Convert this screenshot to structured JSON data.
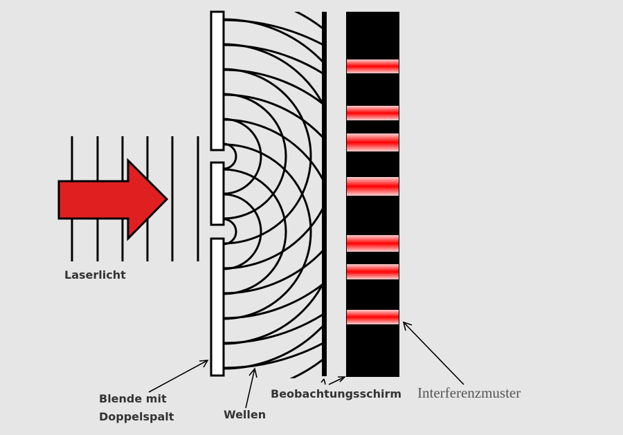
{
  "labels": {
    "laser": "Laserlicht",
    "aperture_line1": "Blende mit",
    "aperture_line2": "Doppelspalt",
    "waves": "Wellen",
    "screen": "Beobachtungsschirm",
    "pattern": "Interferenzmuster"
  },
  "colors": {
    "background": "#e6e6e6",
    "laser_arrow": "#e02020",
    "fringe": "#ff1a1a",
    "pattern_bg": "#000000"
  },
  "fringe_count": 7
}
